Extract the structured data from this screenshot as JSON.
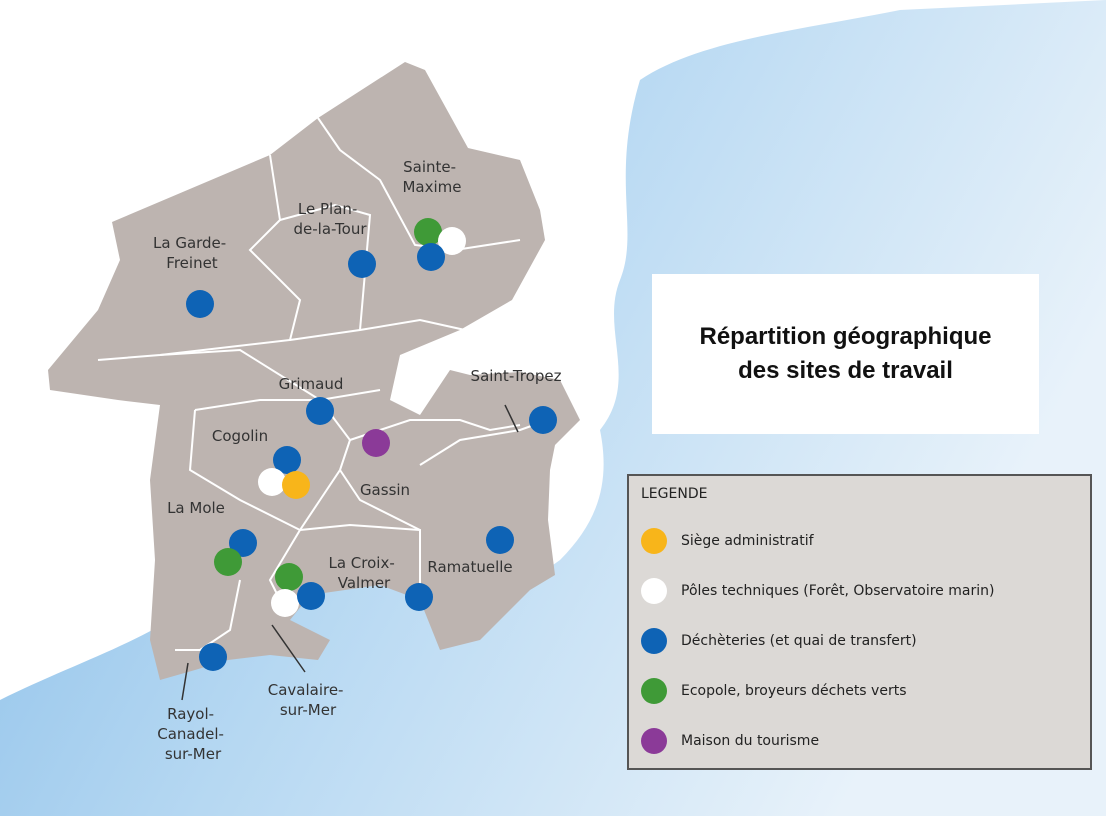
{
  "title": {
    "line1": "Répartition géographique",
    "line2": "des sites de travail"
  },
  "legend": {
    "title": "LEGENDE",
    "items": [
      {
        "label": "Siège administratif",
        "color": "#f8b51a"
      },
      {
        "label": "Pôles techniques (Forêt, Observatoire marin)",
        "color": "#ffffff"
      },
      {
        "label": "Déchèteries (et quai de transfert)",
        "color": "#0e63b5"
      },
      {
        "label": "Ecopole, broyeurs déchets verts",
        "color": "#3f9a37"
      },
      {
        "label": "Maison du tourisme",
        "color": "#8b3a98"
      }
    ]
  },
  "towns": [
    {
      "id": "sainte-maxime",
      "lines": [
        "Sainte-",
        "Maxime"
      ]
    },
    {
      "id": "le-plan-de-la-tour",
      "lines": [
        "Le Plan-",
        "de-la-Tour"
      ]
    },
    {
      "id": "la-garde-freinet",
      "lines": [
        "La Garde-",
        "Freinet"
      ]
    },
    {
      "id": "grimaud",
      "lines": [
        "Grimaud"
      ]
    },
    {
      "id": "saint-tropez",
      "lines": [
        "Saint-Tropez"
      ]
    },
    {
      "id": "cogolin",
      "lines": [
        "Cogolin"
      ]
    },
    {
      "id": "gassin",
      "lines": [
        "Gassin"
      ]
    },
    {
      "id": "la-mole",
      "lines": [
        "La Mole"
      ]
    },
    {
      "id": "la-croix-valmer",
      "lines": [
        "La Croix-",
        "Valmer"
      ]
    },
    {
      "id": "ramatuelle",
      "lines": [
        "Ramatuelle"
      ]
    },
    {
      "id": "cavalaire-sur-mer",
      "lines": [
        "Cavalaire-",
        "sur-Mer"
      ]
    },
    {
      "id": "rayol-canadel-sur-mer",
      "lines": [
        "Rayol-",
        "Canadel-",
        "sur-Mer"
      ]
    }
  ],
  "colors": {
    "land": "#bdb4b0",
    "sea": "#a9d1ef",
    "border": "#ffffff"
  }
}
